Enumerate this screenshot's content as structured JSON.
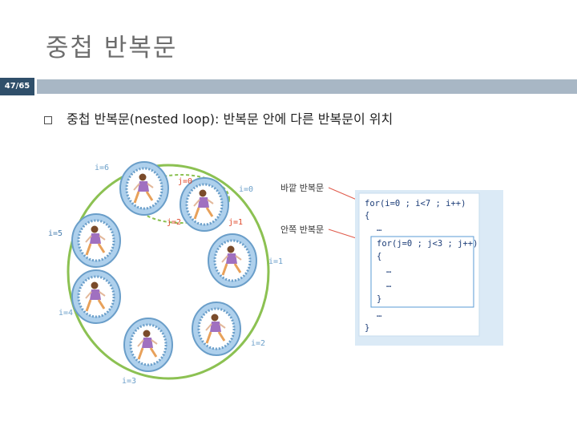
{
  "title": "중첩 반복문",
  "page_number": "47/65",
  "bullet": "중첩 반복문(nested loop): 반복문 안에 다른 반복문이 위치",
  "diagram": {
    "outer_labels": [
      "i=0",
      "i=1",
      "i=2",
      "i=3",
      "i=4",
      "i=5",
      "i=6"
    ],
    "inner_labels": [
      "j=0",
      "j=1",
      "j=2"
    ],
    "annotation_outer": "바깥 반복문",
    "annotation_inner": "안쪽 반복문"
  },
  "code_lines": [
    "for(i=0 ; i<7 ; i++)",
    "{",
    "…",
    "for(j=0 ; j<3 ; j++)",
    "{",
    "…",
    "…",
    "}",
    "…",
    "}"
  ],
  "colors": {
    "outer_ellipse": "#8cc152",
    "wheel": "#7fb0d8",
    "arrow": "#e05a4a",
    "code_text": "#1c3d78",
    "header_bar": "#a8b7c5",
    "page_box": "#2f4f6a"
  }
}
